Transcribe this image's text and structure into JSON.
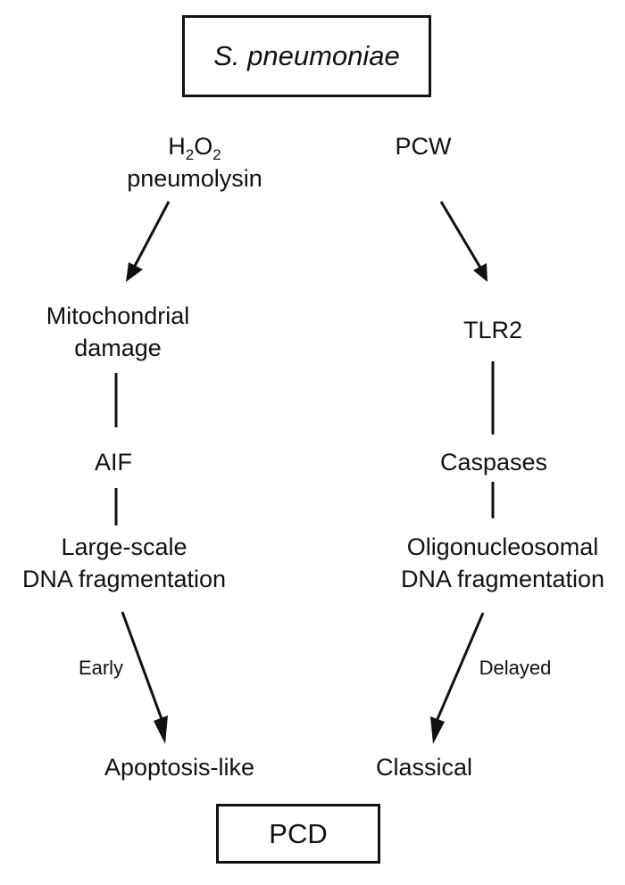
{
  "diagram": {
    "top_node": {
      "label": "S. pneumoniae"
    },
    "bottom_node": {
      "label": "PCD"
    },
    "left_branch": {
      "trigger": {
        "formula_main_1": "H",
        "formula_sub_1": "2",
        "formula_main_2": "O",
        "formula_sub_2": "2",
        "line2": "pneumolysin"
      },
      "step1": {
        "line1": "Mitochondrial",
        "line2": "damage"
      },
      "step2": {
        "label": "AIF"
      },
      "step3": {
        "line1": "Large-scale",
        "line2": "DNA fragmentation"
      },
      "edge_label": "Early",
      "outcome": "Apoptosis-like"
    },
    "right_branch": {
      "trigger": {
        "label": "PCW"
      },
      "step1": {
        "label": "TLR2"
      },
      "step2": {
        "label": "Caspases"
      },
      "step3": {
        "line1": "Oligonucleosomal",
        "line2": "DNA fragmentation"
      },
      "edge_label": "Delayed",
      "outcome": "Classical"
    },
    "edges": [
      {
        "from": "H2O2 / pneumolysin",
        "to": "Mitochondrial damage",
        "type": "arrow"
      },
      {
        "from": "Mitochondrial damage",
        "to": "AIF",
        "type": "line"
      },
      {
        "from": "AIF",
        "to": "Large-scale DNA fragmentation",
        "type": "line"
      },
      {
        "from": "Large-scale DNA fragmentation",
        "to": "Apoptosis-like",
        "type": "arrow",
        "label": "Early"
      },
      {
        "from": "PCW",
        "to": "TLR2",
        "type": "arrow"
      },
      {
        "from": "TLR2",
        "to": "Caspases",
        "type": "line"
      },
      {
        "from": "Caspases",
        "to": "Oligonucleosomal DNA fragmentation",
        "type": "line"
      },
      {
        "from": "Oligonucleosomal DNA fragmentation",
        "to": "Classical",
        "type": "arrow",
        "label": "Delayed"
      }
    ]
  }
}
